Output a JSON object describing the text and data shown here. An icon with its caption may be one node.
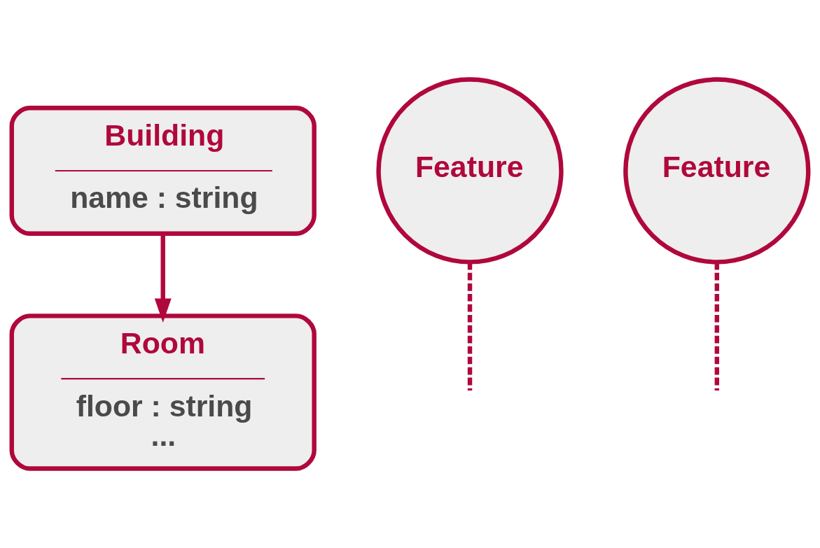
{
  "diagram": {
    "nodes": [
      {
        "text": [
          "Building",
          "name : string"
        ]
      },
      {
        "text": [
          "Feature"
        ]
      },
      {
        "text": [
          "Feature"
        ]
      },
      {
        "text": [
          "Room",
          "floor : string",
          "..."
        ]
      }
    ],
    "edges": [
      {
        "from": 0,
        "to": 3,
        "arrow": "to"
      },
      {
        "from": 1,
        "to": null,
        "arrow": "none",
        "style": "dashed"
      },
      {
        "from": 2,
        "to": null,
        "arrow": "none",
        "style": "dashed"
      }
    ]
  }
}
